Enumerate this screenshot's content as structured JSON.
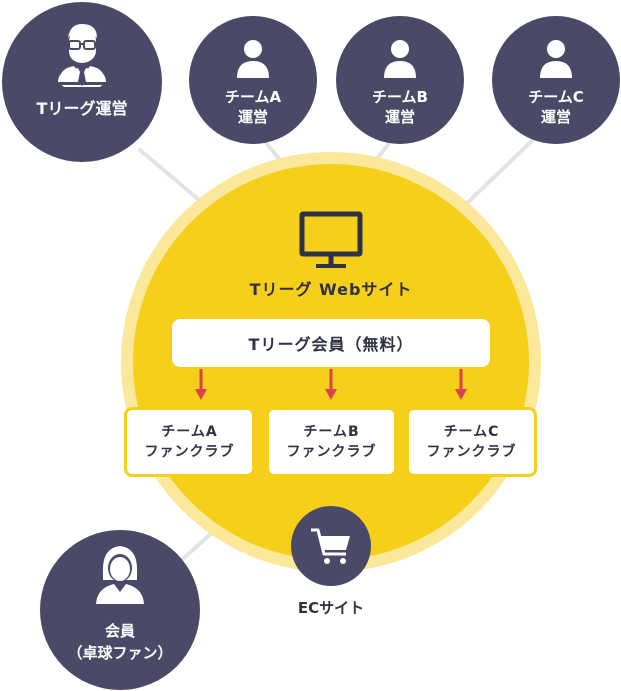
{
  "operators": {
    "league": {
      "label": "Tリーグ運営",
      "icon": "businessman-with-glasses-icon"
    },
    "team_a": {
      "line1": "チームA",
      "line2": "運営",
      "icon": "person-icon"
    },
    "team_b": {
      "line1": "チームB",
      "line2": "運営",
      "icon": "person-icon"
    },
    "team_c": {
      "line1": "チームC",
      "line2": "運営",
      "icon": "person-icon"
    }
  },
  "website": {
    "label": "Tリーグ Webサイト",
    "icon": "monitor-icon"
  },
  "membership": {
    "label": "Tリーグ会員（無料）"
  },
  "fanclubs": [
    {
      "line1": "チームA",
      "line2": "ファンクラブ"
    },
    {
      "line1": "チームB",
      "line2": "ファンクラブ"
    },
    {
      "line1": "チームC",
      "line2": "ファンクラブ"
    }
  ],
  "ec_site": {
    "label": "ECサイト",
    "icon": "shopping-cart-icon"
  },
  "member": {
    "line1": "会員",
    "line2": "（卓球ファン）",
    "icon": "woman-icon"
  },
  "colors": {
    "navy": "#4a4a68",
    "yellow": "#f6cf1b",
    "yellow_halo": "#fbe89a",
    "connector": "#e3e3e3",
    "arrow": "#d9434f",
    "text_dark": "#2f3145"
  }
}
